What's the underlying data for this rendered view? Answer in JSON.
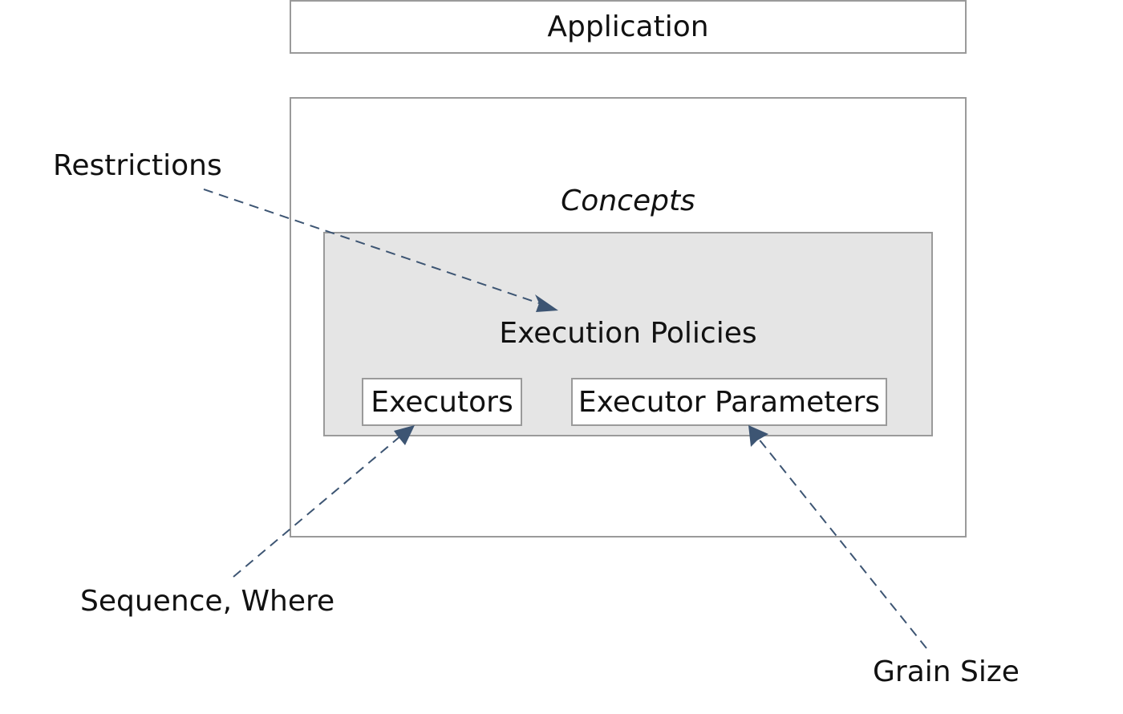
{
  "diagram": {
    "application": "Application",
    "concepts_title": "Concepts",
    "execution_policies": "Execution Policies",
    "executors": "Executors",
    "executor_parameters": "Executor Parameters",
    "annotations": {
      "restrictions": "Restrictions",
      "sequence_where": "Sequence, Where",
      "grain_size": "Grain Size"
    },
    "colors": {
      "border": "#9a9a9a",
      "policies_fill": "#e5e5e5",
      "arrow": "#3d5573"
    }
  }
}
